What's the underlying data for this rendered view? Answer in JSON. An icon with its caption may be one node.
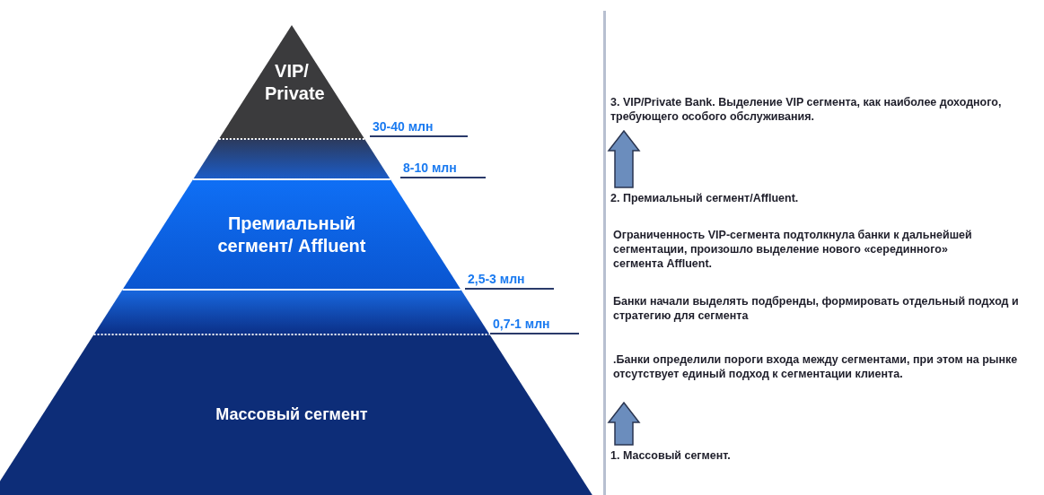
{
  "diagram": {
    "nodes": [
      {
        "text": [
          "VIP/ Private"
        ]
      },
      {
        "text": [],
        "shape": "bar"
      },
      {
        "text": [
          "Премиальный сегмент/ Affluent"
        ]
      },
      {
        "text": [],
        "shape": "bar"
      },
      {
        "text": [
          "Массовый сегмент"
        ]
      },
      {
        "text": [
          "3. VIP/Private Bank. Выделение VIP сегмента, как наиболее доходного, требующего особого обслуживания."
        ]
      },
      {
        "text": [
          "2. Премиальный сегмент/Affluent."
        ]
      },
      {
        "text": [
          "Ограниченность VIP-сегмента подтолкнула банки к дальнейшей сегментации, произошло выделение нового «серединного» сегмента Affluent."
        ]
      },
      {
        "text": [
          "Банки начали выделять подбренды, формировать отдельный подход и стратегию для сегмента"
        ]
      },
      {
        "text": [
          ".Банки определили пороги входа между сегментами, при этом на рынке отсутствует единый подход к сегментации клиента."
        ]
      },
      {
        "text": [
          "1. Массовый сегмент."
        ]
      }
    ],
    "edges": [
      {
        "from": 6,
        "to": 5,
        "arrow": "to"
      },
      {
        "from": 10,
        "to": 9,
        "arrow": "to"
      }
    ],
    "labels": [
      "30-40 млн",
      "8-10 млн",
      "2,5-3 млн",
      "0,7-1 млн"
    ]
  }
}
